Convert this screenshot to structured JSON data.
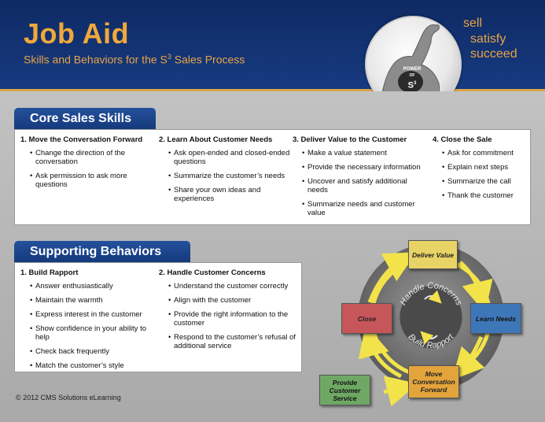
{
  "header": {
    "title": "Job Aid",
    "subtitle_prefix": "Skills and Behaviors for the S",
    "subtitle_sup": "3",
    "subtitle_suffix": " Sales Process",
    "tagline": [
      "sell",
      "satisfy",
      "succeed"
    ],
    "badge": {
      "line1": "POWER",
      "line2": "OF",
      "line3": "S",
      "sup": "3"
    }
  },
  "core": {
    "tab": "Core Sales Skills",
    "columns": [
      {
        "heading": "1. Move the Conversation Forward",
        "items": [
          "Change the direction of the conversation",
          "Ask permission to ask more questions"
        ]
      },
      {
        "heading": "2. Learn About Customer Needs",
        "items": [
          "Ask open-ended and closed-ended questions",
          "Summarize the customer’s needs",
          "Share your own ideas and experiences"
        ]
      },
      {
        "heading": "3. Deliver Value to the Customer",
        "items": [
          "Make a value statement",
          "Provide the necessary information",
          "Uncover and satisfy additional needs",
          "Summarize needs and customer value"
        ]
      },
      {
        "heading": "4. Close the Sale",
        "items": [
          "Ask for commitment",
          "Explain next steps",
          "Summarize the call",
          "Thank the customer"
        ]
      }
    ]
  },
  "supporting": {
    "tab": "Supporting Behaviors",
    "columns": [
      {
        "heading": "1. Build Rapport",
        "items": [
          "Answer enthusiastically",
          "Maintain the warmth",
          "Express interest in the customer",
          "Show confidence in your ability to help",
          "Check back frequently",
          "Match the customer’s style"
        ]
      },
      {
        "heading": "2. Handle Customer Concerns",
        "items": [
          "Understand the customer correctly",
          "Align with the customer",
          "Provide the right information to the customer",
          "Respond to the customer’s refusal of additional service"
        ]
      }
    ]
  },
  "cycle": {
    "deliver": "Deliver Value",
    "learn": "Learn Needs",
    "move": "Move Conversation Forward",
    "close": "Close",
    "provide": "Provide Customer Service",
    "inner_top": "Handle Concerns",
    "inner_bottom": "Build Rapport",
    "colors": {
      "deliver": "#e8d466",
      "learn": "#3e77b8",
      "move": "#e3a43c",
      "close": "#c65659",
      "provide": "#6fa865",
      "arrow": "#f2e34a"
    }
  },
  "copyright": "© 2012 CMS Solutions eLearning"
}
